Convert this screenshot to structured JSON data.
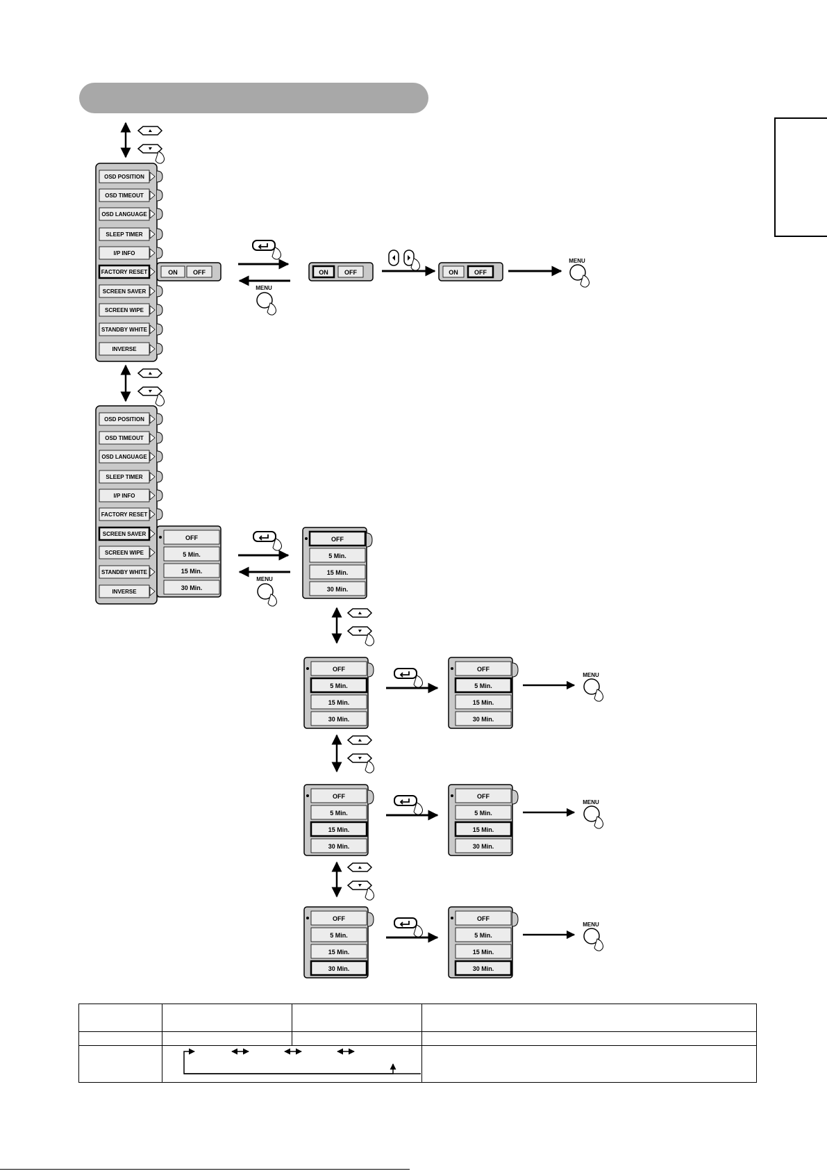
{
  "menu_items": [
    "OSD POSITION",
    "OSD TIMEOUT",
    "OSD LANGUAGE",
    "SLEEP TIMER",
    "I/P INFO",
    "FACTORY RESET",
    "SCREEN SAVER",
    "SCREEN WIPE",
    "STANDBY WHITE",
    "INVERSE"
  ],
  "factory_reset": {
    "on_label": "ON",
    "off_label": "OFF"
  },
  "screen_saver_options": [
    "OFF",
    "5 Min.",
    "15 Min.",
    "30 Min."
  ],
  "button_labels": {
    "menu": "MENU"
  },
  "colors": {
    "header_bar": "#a8a8a8",
    "menu_panel": "#c9c9c9",
    "menu_item": "#ececec"
  }
}
